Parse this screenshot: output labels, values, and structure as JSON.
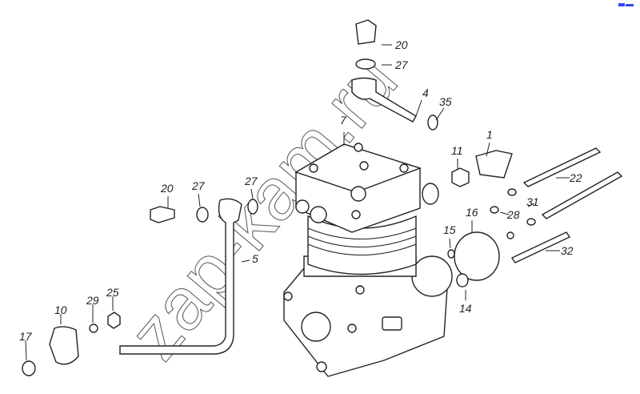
{
  "diagram": {
    "watermark": "zap-kam.ru",
    "logo_text": "zap-kam",
    "callouts": [
      {
        "id": "c20a",
        "text": "20"
      },
      {
        "id": "c27a",
        "text": "27"
      },
      {
        "id": "c4",
        "text": "4"
      },
      {
        "id": "c35",
        "text": "35"
      },
      {
        "id": "c7",
        "text": "7"
      },
      {
        "id": "c1",
        "text": "1"
      },
      {
        "id": "c11",
        "text": "11"
      },
      {
        "id": "c22",
        "text": "22"
      },
      {
        "id": "c20b",
        "text": "20"
      },
      {
        "id": "c27b",
        "text": "27"
      },
      {
        "id": "c27c",
        "text": "27"
      },
      {
        "id": "c31",
        "text": "31"
      },
      {
        "id": "c28",
        "text": "28"
      },
      {
        "id": "c16",
        "text": "16"
      },
      {
        "id": "c15",
        "text": "15"
      },
      {
        "id": "c32",
        "text": "32"
      },
      {
        "id": "c5",
        "text": "5"
      },
      {
        "id": "c14",
        "text": "14"
      },
      {
        "id": "c10",
        "text": "10"
      },
      {
        "id": "c29",
        "text": "29"
      },
      {
        "id": "c25",
        "text": "25"
      },
      {
        "id": "c17",
        "text": "17"
      }
    ]
  }
}
